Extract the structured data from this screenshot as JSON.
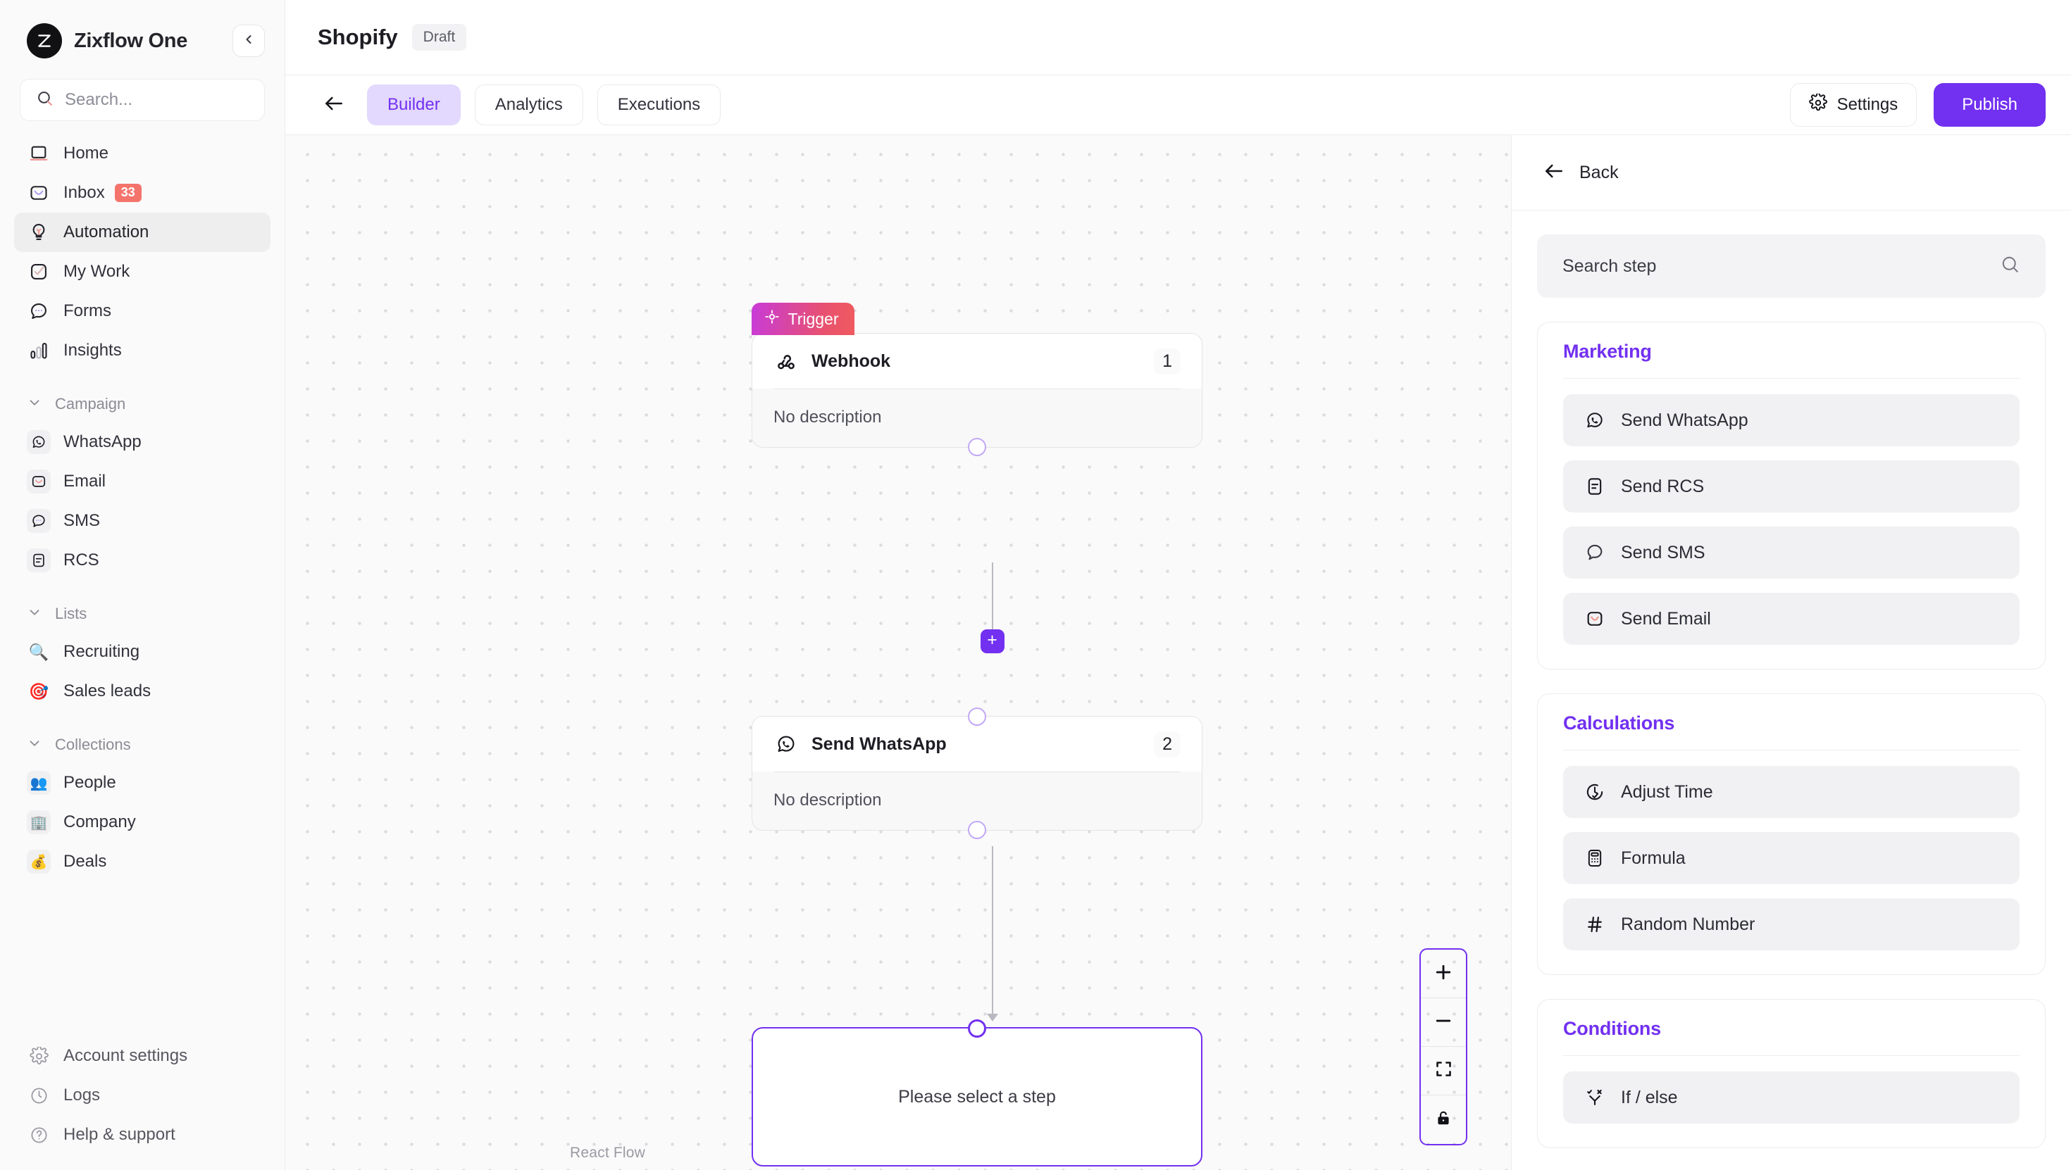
{
  "sidebar": {
    "brand": {
      "logo_letter": "Z",
      "name": "Zixflow One"
    },
    "search": {
      "placeholder": "Search...",
      "icon": "search-icon"
    },
    "nav": [
      {
        "label": "Home",
        "icon": "home-icon",
        "active": false
      },
      {
        "label": "Inbox",
        "icon": "inbox-icon",
        "badge": "33",
        "active": false
      },
      {
        "label": "Automation",
        "icon": "lightbulb-icon",
        "active": true
      },
      {
        "label": "My Work",
        "icon": "check-square-icon",
        "active": false
      },
      {
        "label": "Forms",
        "icon": "chat-dots-icon",
        "active": false
      },
      {
        "label": "Insights",
        "icon": "bar-chart-icon",
        "active": false
      }
    ],
    "groups": [
      {
        "title": "Campaign",
        "items": [
          {
            "label": "WhatsApp",
            "icon": "whatsapp-icon"
          },
          {
            "label": "Email",
            "icon": "envelope-icon"
          },
          {
            "label": "SMS",
            "icon": "sms-bubble-icon"
          },
          {
            "label": "RCS",
            "icon": "rcs-document-icon"
          }
        ]
      },
      {
        "title": "Lists",
        "items": [
          {
            "label": "Recruiting",
            "icon": "magnifier-emoji-icon",
            "emoji": "🔍"
          },
          {
            "label": "Sales leads",
            "icon": "dart-emoji-icon",
            "emoji": "🎯"
          }
        ]
      },
      {
        "title": "Collections",
        "items": [
          {
            "label": "People",
            "icon": "people-emoji-icon",
            "emoji": "👥"
          },
          {
            "label": "Company",
            "icon": "building-emoji-icon",
            "emoji": "🏢"
          },
          {
            "label": "Deals",
            "icon": "money-emoji-icon",
            "emoji": "💰"
          }
        ]
      }
    ],
    "footer": [
      {
        "label": "Account settings",
        "icon": "gear-icon"
      },
      {
        "label": "Logs",
        "icon": "clock-icon"
      },
      {
        "label": "Help & support",
        "icon": "question-circle-icon"
      }
    ]
  },
  "header": {
    "workflow_title": "Shopify",
    "status_badge": "Draft",
    "back_icon": "arrow-left-icon",
    "tabs": [
      {
        "label": "Builder",
        "active": true
      },
      {
        "label": "Analytics",
        "active": false
      },
      {
        "label": "Executions",
        "active": false
      }
    ],
    "settings_label": "Settings",
    "publish_label": "Publish",
    "accent_color": "#7230f0",
    "tab_active_bg": "#e3d8fd"
  },
  "canvas": {
    "attribution": "React Flow",
    "trigger_tag": "Trigger",
    "nodes": [
      {
        "title": "Webhook",
        "number": "1",
        "description": "No description",
        "icon": "webhook-icon",
        "is_trigger": true
      },
      {
        "title": "Send WhatsApp",
        "number": "2",
        "description": "No description",
        "icon": "whatsapp-icon",
        "is_trigger": false
      }
    ],
    "placeholder_node": {
      "text": "Please select a step"
    },
    "add_button_label": "+",
    "zoom_controls": [
      {
        "label": "+",
        "name": "zoom-in"
      },
      {
        "label": "—",
        "name": "zoom-out"
      },
      {
        "label": "fit-view",
        "name": "fit-view"
      },
      {
        "label": "lock",
        "name": "toggle-interactivity"
      }
    ]
  },
  "right_panel": {
    "back_label": "Back",
    "search": {
      "placeholder": "Search step",
      "icon": "search-icon"
    },
    "categories": [
      {
        "title": "Marketing",
        "steps": [
          {
            "label": "Send WhatsApp",
            "icon": "whatsapp-icon"
          },
          {
            "label": "Send RCS",
            "icon": "rcs-document-icon"
          },
          {
            "label": "Send SMS",
            "icon": "sms-bubble-icon"
          },
          {
            "label": "Send Email",
            "icon": "envelope-icon"
          }
        ]
      },
      {
        "title": "Calculations",
        "steps": [
          {
            "label": "Adjust Time",
            "icon": "clock-check-icon"
          },
          {
            "label": "Formula",
            "icon": "calculator-icon"
          },
          {
            "label": "Random Number",
            "icon": "hash-icon"
          }
        ]
      },
      {
        "title": "Conditions",
        "steps": [
          {
            "label": "If / else",
            "icon": "branch-condition-icon"
          }
        ]
      }
    ]
  }
}
